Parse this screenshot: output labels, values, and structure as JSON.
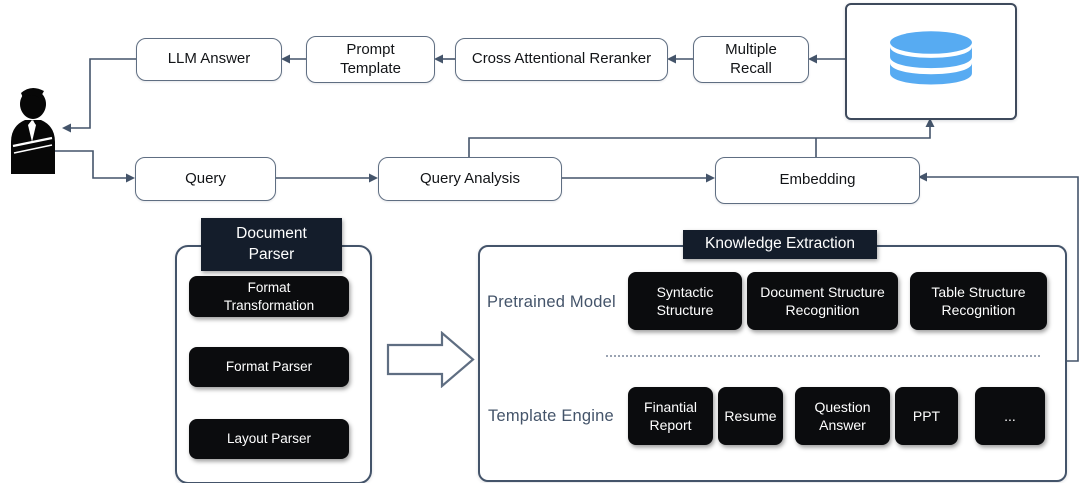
{
  "flow": {
    "llm_answer": "LLM Answer",
    "prompt_template": "Prompt\nTemplate",
    "reranker": "Cross Attentional Reranker",
    "multiple_recall": "Multiple\nRecall",
    "query": "Query",
    "query_analysis": "Query Analysis",
    "embedding": "Embedding"
  },
  "document_parser": {
    "title": "Document\nParser",
    "items": [
      "Format\nTransformation",
      "Format Parser",
      "Layout Parser"
    ]
  },
  "knowledge_extraction": {
    "title": "Knowledge Extraction",
    "rows": [
      {
        "label": "Pretrained Model",
        "items": [
          "Syntactic\nStructure",
          "Document Structure\nRecognition",
          "Table Structure\nRecognition"
        ]
      },
      {
        "label": "Template Engine",
        "items": [
          "Finantial\nReport",
          "Resume",
          "Question\nAnswer",
          "PPT",
          "..."
        ]
      }
    ]
  },
  "icons": {
    "database": "database-icon",
    "user": "user-icon",
    "process_arrow": "process-arrow-icon"
  },
  "colors": {
    "database_blue": "#57ABF2",
    "header_navy": "#141D2B",
    "chip_black": "#0B0C0E",
    "connector": "#44546A",
    "box_border": "#5F6E82",
    "side_label": "#44546A"
  }
}
